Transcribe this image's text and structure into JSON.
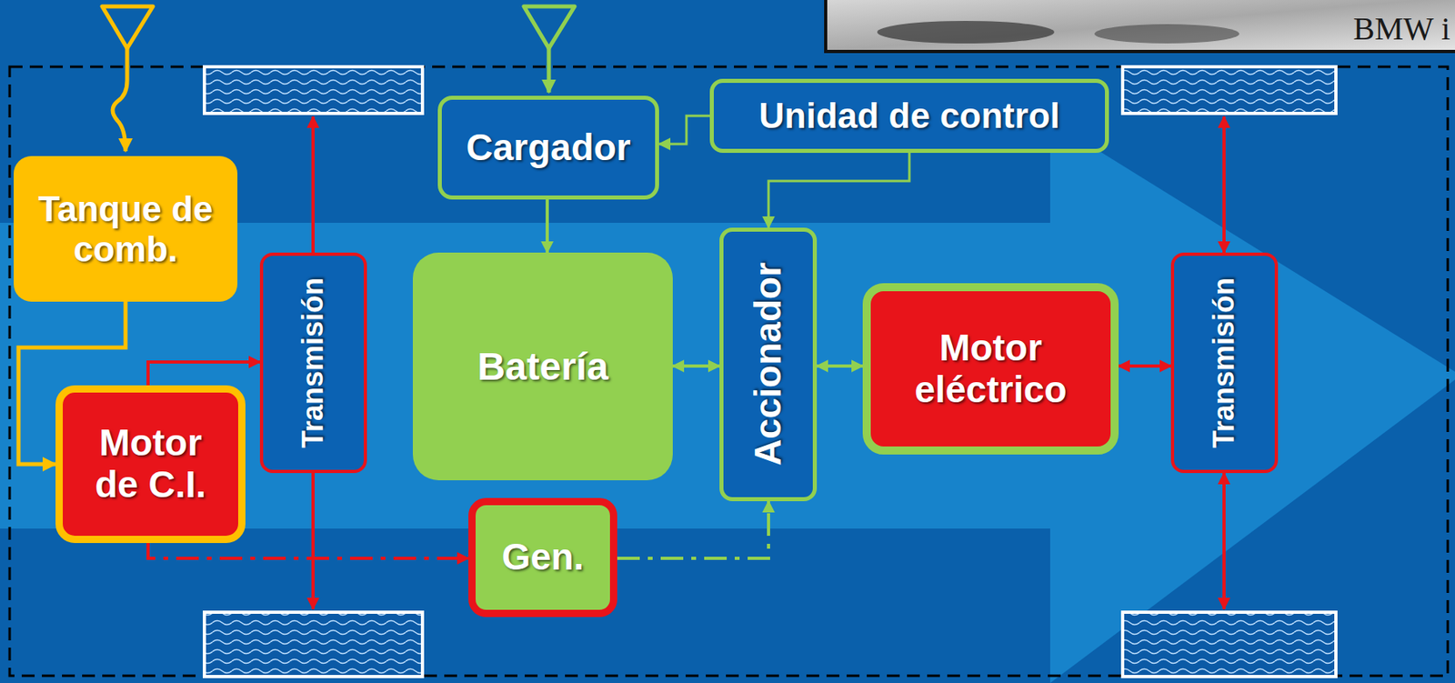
{
  "diagram": {
    "nodes": [
      {
        "text": [
          "Tanque de comb."
        ]
      },
      {
        "text": [
          "Motor de C.I."
        ]
      },
      {
        "text": [
          "Transmisión"
        ]
      },
      {
        "text": [
          "Cargador"
        ]
      },
      {
        "text": [
          "Batería"
        ]
      },
      {
        "text": [
          "Gen."
        ]
      },
      {
        "text": [
          "Unidad de control"
        ]
      },
      {
        "text": [
          "Accionador"
        ]
      },
      {
        "text": [
          "Motor eléctrico"
        ]
      },
      {
        "text": [
          "Transmisión"
        ]
      }
    ],
    "edges": [
      {
        "from": 0,
        "to": 1,
        "arrow": "to"
      },
      {
        "from": 1,
        "to": 2,
        "arrow": "to"
      },
      {
        "from": 1,
        "to": 5,
        "arrow": "to"
      },
      {
        "from": 5,
        "to": 7,
        "arrow": "to"
      },
      {
        "from": 6,
        "to": 3,
        "arrow": "to"
      },
      {
        "from": 6,
        "to": 7,
        "arrow": "to"
      },
      {
        "from": 3,
        "to": 4,
        "arrow": "to"
      },
      {
        "from": 4,
        "to": 7,
        "arrow": "both"
      },
      {
        "from": 7,
        "to": 8,
        "arrow": "both"
      },
      {
        "from": 8,
        "to": 9,
        "arrow": "both"
      }
    ],
    "labels": [
      "BMW i"
    ]
  }
}
